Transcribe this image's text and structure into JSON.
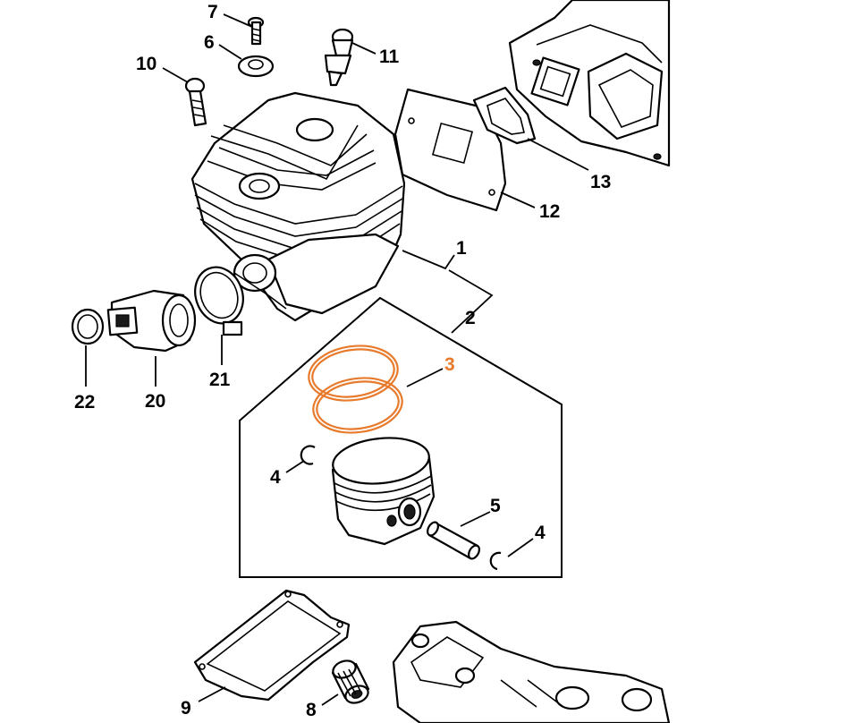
{
  "diagram": {
    "callouts": {
      "c1": "1",
      "c2": "2",
      "c3": "3",
      "c4a": "4",
      "c4b": "4",
      "c5": "5",
      "c6": "6",
      "c7": "7",
      "c8": "8",
      "c9": "9",
      "c10": "10",
      "c11": "11",
      "c12": "12",
      "c13": "13",
      "c20": "20",
      "c21": "21",
      "c22": "22"
    },
    "highlight_color": "#e87a2c",
    "highlighted_part": "3"
  }
}
